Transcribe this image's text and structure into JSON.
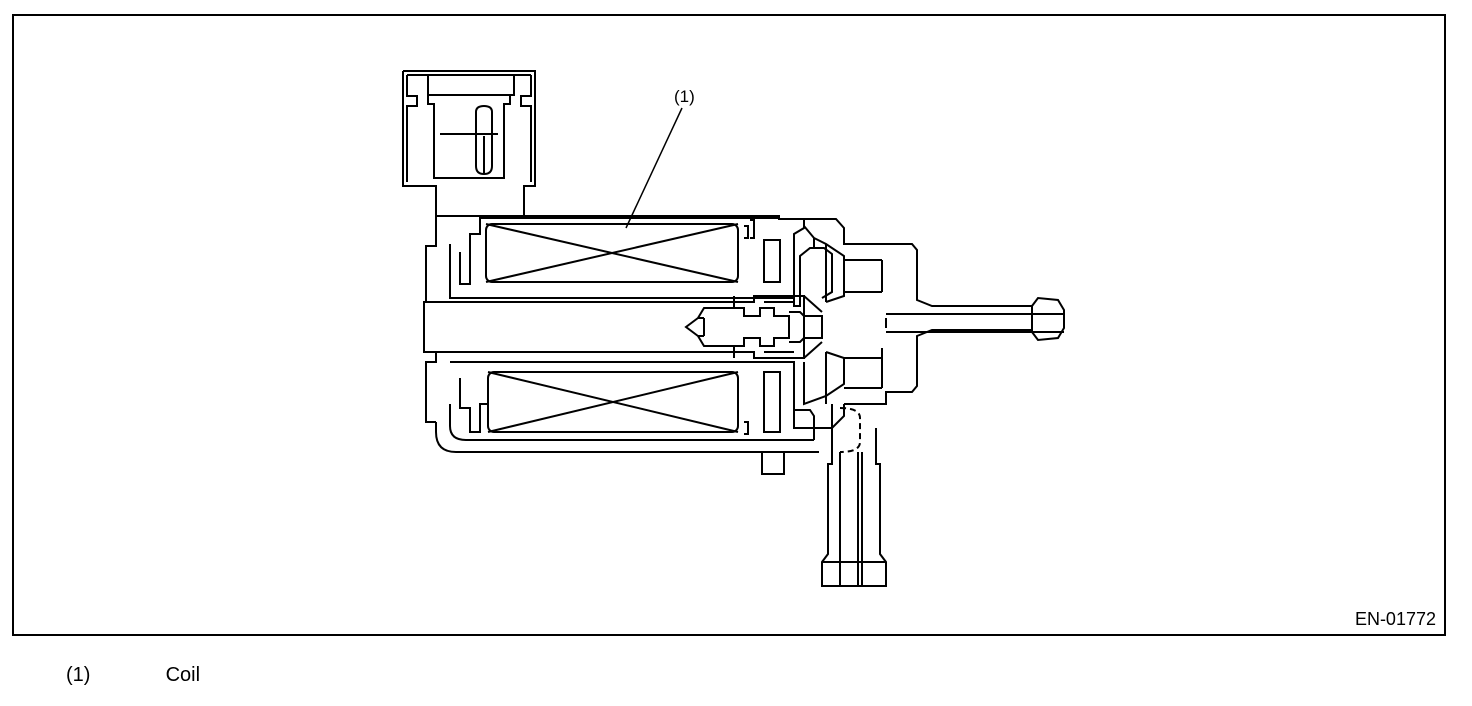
{
  "figure": {
    "id": "EN-01772",
    "callouts": [
      {
        "label": "(1)"
      }
    ]
  },
  "legend": {
    "items": [
      {
        "number": "(1)",
        "text": "Coil"
      }
    ]
  },
  "colors": {
    "line": "#000000",
    "background": "#ffffff"
  }
}
